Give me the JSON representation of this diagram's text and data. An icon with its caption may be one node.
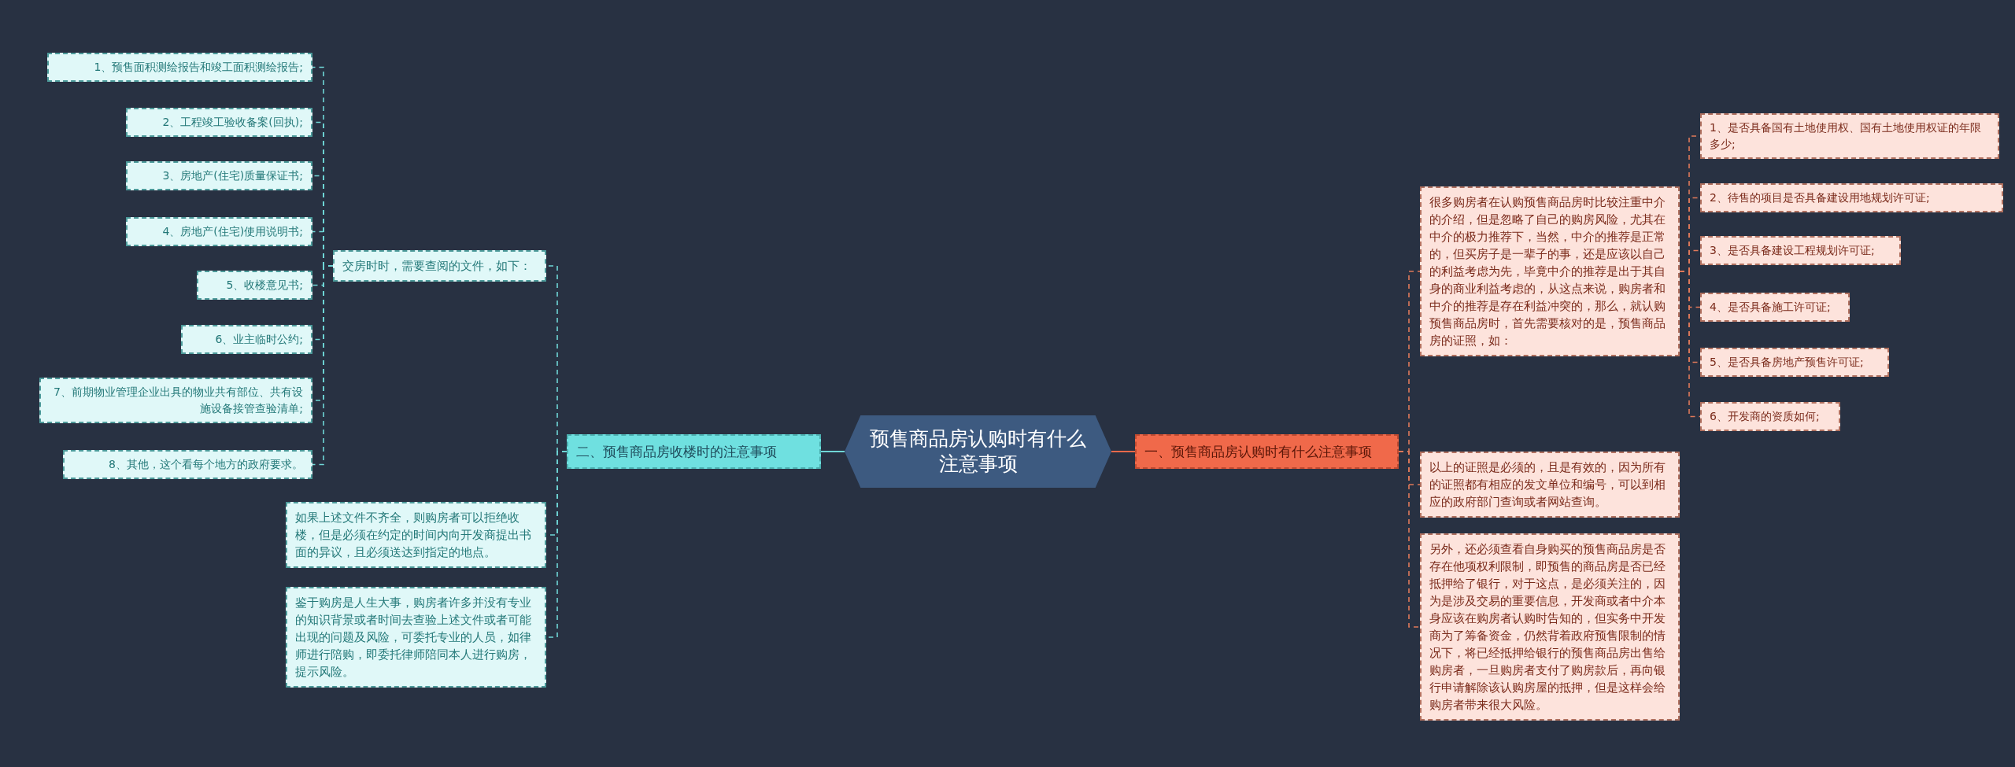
{
  "diagram": {
    "nodes": [
      {
        "text": [
          "预售商品房认购时有什么注意事项"
        ]
      },
      {
        "text": [
          "一、预售商品房认购时有什么注意事项"
        ]
      },
      {
        "text": [
          "很多购房者在认购预售商品房时比较注重中介的介绍，但是忽略了自己的购房风险，尤其在中介的极力推荐下，当然，中介的推荐是正常的，但买房子是一辈子的事，还是应该以自己的利益考虑为先，毕竟中介的推荐是出于其自身的商业利益考虑的，从这点来说，购房者和中介的推荐是存在利益冲突的，那么，就认购预售商品房时，首先需要核对的是，预售商品房的证照，如："
        ]
      },
      {
        "text": [
          "1、是否具备国有土地使用权、国有土地使用权证的年限多少;"
        ]
      },
      {
        "text": [
          "2、待售的项目是否具备建设用地规划许可证;"
        ]
      },
      {
        "text": [
          "3、是否具备建设工程规划许可证;"
        ]
      },
      {
        "text": [
          "4、是否具备施工许可证;"
        ]
      },
      {
        "text": [
          "5、是否具备房地产预售许可证;"
        ]
      },
      {
        "text": [
          "6、开发商的资质如何;"
        ]
      },
      {
        "text": [
          "以上的证照是必须的，且是有效的，因为所有的证照都有相应的发文单位和编号，可以到相应的政府部门查询或者网站查询。"
        ]
      },
      {
        "text": [
          "另外，还必须查看自身购买的预售商品房是否存在他项权利限制，即预售的商品房是否已经抵押给了银行，对于这点，是必须关注的，因为是涉及交易的重要信息，开发商或者中介本身应该在购房者认购时告知的，但实务中开发商为了筹备资金，仍然背着政府预售限制的情况下，将已经抵押给银行的预售商品房出售给购房者，一旦购房者支付了购房款后，再向银行申请解除该认购房屋的抵押，但是这样会给购房者带来很大风险。"
        ]
      },
      {
        "text": [
          "二、预售商品房收楼时的注意事项"
        ]
      },
      {
        "text": [
          "交房时时，需要查阅的文件，如下："
        ]
      },
      {
        "text": [
          "1、预售面积测绘报告和竣工面积测绘报告;"
        ]
      },
      {
        "text": [
          "2、工程竣工验收备案(回执);"
        ]
      },
      {
        "text": [
          "3、房地产(住宅)质量保证书;"
        ]
      },
      {
        "text": [
          "4、房地产(住宅)使用说明书;"
        ]
      },
      {
        "text": [
          "5、收楼意见书;"
        ]
      },
      {
        "text": [
          "6、业主临时公约;"
        ]
      },
      {
        "text": [
          "7、前期物业管理企业出具的物业共有部位、共有设施设备接管查验清单;"
        ]
      },
      {
        "text": [
          "8、其他，这个看每个地方的政府要求。"
        ]
      },
      {
        "text": [
          "如果上述文件不齐全，则购房者可以拒绝收楼，但是必须在约定的时间内向开发商提出书面的异议，且必须送达到指定的地点。"
        ]
      },
      {
        "text": [
          "鉴于购房是人生大事，购房者许多并没有专业的知识背景或者时间去查验上述文件或者可能出现的问题及风险，可委托专业的人员，如律师进行陪购，即委托律师陪同本人进行购房，提示风险。"
        ]
      }
    ],
    "edges": [
      {
        "from": 0,
        "to": 1,
        "arrow": "none",
        "color": "#f0694a"
      },
      {
        "from": 1,
        "to": 2,
        "arrow": "none",
        "style": "dashed",
        "color": "#e07a5a"
      },
      {
        "from": 2,
        "to": 3,
        "arrow": "none",
        "style": "dashed",
        "color": "#e07a5a"
      },
      {
        "from": 2,
        "to": 4,
        "arrow": "none",
        "style": "dashed",
        "color": "#e07a5a"
      },
      {
        "from": 2,
        "to": 5,
        "arrow": "none",
        "style": "dashed",
        "color": "#e07a5a"
      },
      {
        "from": 2,
        "to": 6,
        "arrow": "none",
        "style": "dashed",
        "color": "#e07a5a"
      },
      {
        "from": 2,
        "to": 7,
        "arrow": "none",
        "style": "dashed",
        "color": "#e07a5a"
      },
      {
        "from": 2,
        "to": 8,
        "arrow": "none",
        "style": "dashed",
        "color": "#e07a5a"
      },
      {
        "from": 1,
        "to": 9,
        "arrow": "none",
        "style": "dashed",
        "color": "#e07a5a"
      },
      {
        "from": 1,
        "to": 10,
        "arrow": "none",
        "style": "dashed",
        "color": "#e07a5a"
      },
      {
        "from": 0,
        "to": 11,
        "arrow": "none"
      },
      {
        "from": 11,
        "to": 12,
        "arrow": "none",
        "style": "dashed"
      },
      {
        "from": 12,
        "to": 13,
        "arrow": "none",
        "style": "dashed"
      },
      {
        "from": 12,
        "to": 14,
        "arrow": "none",
        "style": "dashed"
      },
      {
        "from": 12,
        "to": 15,
        "arrow": "none",
        "style": "dashed"
      },
      {
        "from": 12,
        "to": 16,
        "arrow": "none",
        "style": "dashed"
      },
      {
        "from": 12,
        "to": 17,
        "arrow": "none",
        "style": "dashed"
      },
      {
        "from": 12,
        "to": 18,
        "arrow": "none",
        "style": "dashed"
      },
      {
        "from": 12,
        "to": 19,
        "arrow": "none",
        "style": "dashed"
      },
      {
        "from": 12,
        "to": 20,
        "arrow": "none",
        "style": "dashed"
      },
      {
        "from": 11,
        "to": 21,
        "arrow": "none",
        "style": "dashed"
      },
      {
        "from": 11,
        "to": 22,
        "arrow": "none",
        "style": "dashed"
      }
    ]
  }
}
